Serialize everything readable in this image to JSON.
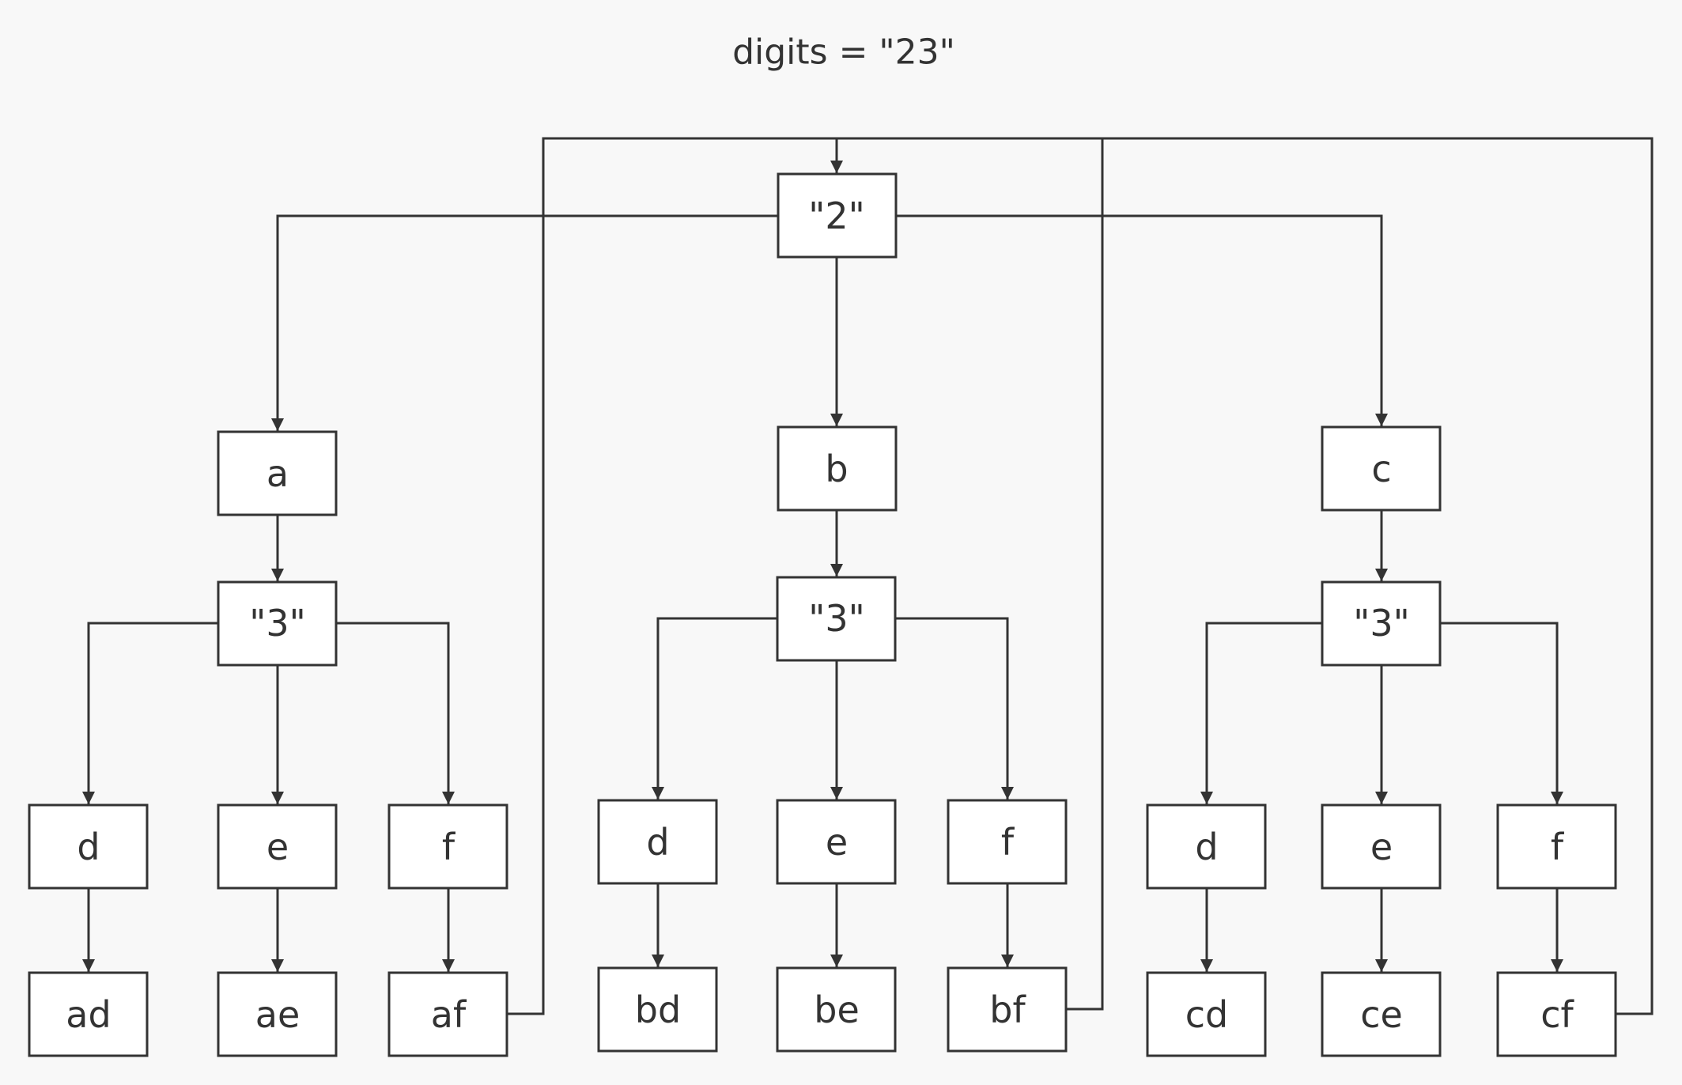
{
  "title": "digits = \"23\"",
  "nodes": {
    "root": "\"2\"",
    "a": "a",
    "b": "b",
    "c": "c",
    "a3": "\"3\"",
    "b3": "\"3\"",
    "c3": "\"3\"",
    "ad_digit": "d",
    "ae_digit": "e",
    "af_digit": "f",
    "bd_digit": "d",
    "be_digit": "e",
    "bf_digit": "f",
    "cd_digit": "d",
    "ce_digit": "e",
    "cf_digit": "f",
    "ad": "ad",
    "ae": "ae",
    "af": "af",
    "bd": "bd",
    "be": "be",
    "bf": "bf",
    "cd": "cd",
    "ce": "ce",
    "cf": "cf"
  },
  "edges": [
    [
      "root",
      "a"
    ],
    [
      "root",
      "b"
    ],
    [
      "root",
      "c"
    ],
    [
      "a",
      "a3"
    ],
    [
      "b",
      "b3"
    ],
    [
      "c",
      "c3"
    ],
    [
      "a3",
      "ad_digit"
    ],
    [
      "a3",
      "ae_digit"
    ],
    [
      "a3",
      "af_digit"
    ],
    [
      "b3",
      "bd_digit"
    ],
    [
      "b3",
      "be_digit"
    ],
    [
      "b3",
      "bf_digit"
    ],
    [
      "c3",
      "cd_digit"
    ],
    [
      "c3",
      "ce_digit"
    ],
    [
      "c3",
      "cf_digit"
    ],
    [
      "ad_digit",
      "ad"
    ],
    [
      "ae_digit",
      "ae"
    ],
    [
      "af_digit",
      "af"
    ],
    [
      "bd_digit",
      "bd"
    ],
    [
      "be_digit",
      "be"
    ],
    [
      "bf_digit",
      "bf"
    ],
    [
      "cd_digit",
      "cd"
    ],
    [
      "ce_digit",
      "ce"
    ],
    [
      "cf_digit",
      "cf"
    ],
    [
      "af",
      "root"
    ],
    [
      "bf",
      "root"
    ],
    [
      "cf",
      "root"
    ]
  ]
}
